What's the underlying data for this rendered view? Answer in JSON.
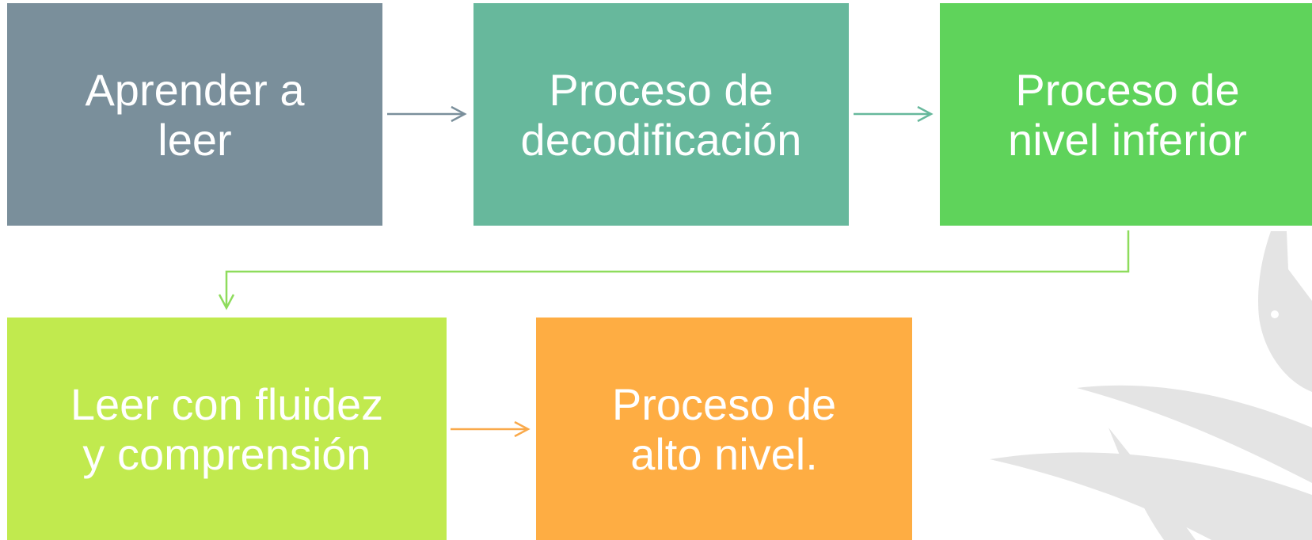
{
  "diagram": {
    "boxes": [
      {
        "id": "aprender",
        "lines": [
          "Aprender a",
          "leer"
        ],
        "color": "#7a8f9b"
      },
      {
        "id": "decodificacion",
        "lines": [
          "Proceso de",
          "decodificación"
        ],
        "color": "#67b89c"
      },
      {
        "id": "nivel_inferior",
        "lines": [
          "Proceso de",
          "nivel inferior"
        ],
        "color": "#5fd35b"
      },
      {
        "id": "fluidez",
        "lines": [
          "Leer con fluidez",
          "y comprensión"
        ],
        "color": "#c1ea4e"
      },
      {
        "id": "alto_nivel",
        "lines": [
          "Proceso de",
          "alto nivel."
        ],
        "color": "#fead43"
      }
    ],
    "arrows": [
      {
        "from": "aprender",
        "to": "decodificacion",
        "color": "#7a8f9b"
      },
      {
        "from": "decodificacion",
        "to": "nivel_inferior",
        "color": "#67b89c"
      },
      {
        "from": "nivel_inferior",
        "to": "fluidez",
        "color": "#8edc5c"
      },
      {
        "from": "fluidez",
        "to": "alto_nivel",
        "color": "#f9a94a"
      }
    ],
    "watermark_color": "#e4e4e4"
  }
}
